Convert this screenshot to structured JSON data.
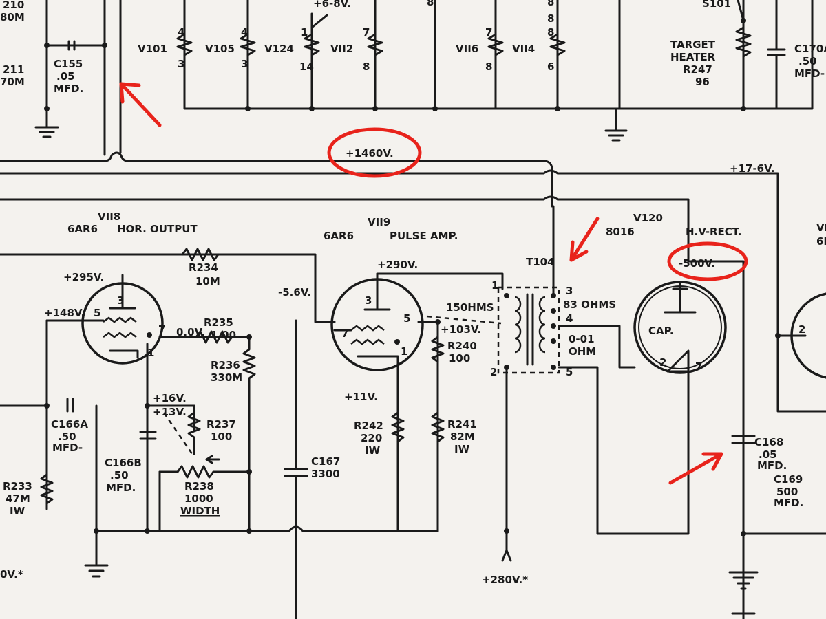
{
  "labels": {
    "r210": "210",
    "r210v": "80M",
    "r211": "211",
    "r211v": "70M",
    "c155": "C155",
    "c155v": ".05",
    "c155u": "MFD.",
    "v101": "V101",
    "v105": "V105",
    "v124": "V124",
    "v112": "VII2",
    "v116": "VII6",
    "v114": "VII4",
    "p3a": "3",
    "p4a": "4",
    "p3b": "3",
    "p4b": "4",
    "p3c": "3",
    "p1": "1",
    "p14": "14",
    "p7a": "7",
    "p8a": "8",
    "p7b": "7",
    "p8b": "8",
    "p8c": "8",
    "p6": "6",
    "p8d": "8",
    "p8e": "8",
    "p8f": "8",
    "v124top": "+6-8V.",
    "target1": "TARGET",
    "target2": "HEATER",
    "r247": "R247",
    "r247v": "96",
    "s101": "S101",
    "c170": "C170A",
    "c170v": ".50",
    "c170u": "MFD-",
    "hv1460": "+1460V.",
    "v176": "+17-6V.",
    "v118": "VII8",
    "v118t": "6AR6",
    "v118f": "HOR. OUTPUT",
    "v119": "VII9",
    "v119t": "6AR6",
    "v119f": "PULSE AMP.",
    "v120": "V120",
    "v120t": "8016",
    "v120f": "H.V-RECT.",
    "vr": "VI",
    "vr2": "6I",
    "r234": "R234",
    "r234v": "10M",
    "v295": "+295V.",
    "v148": "+148V.",
    "v0": "0.0V.",
    "r235": "R235",
    "r235v": "1.00",
    "r236": "R236",
    "r236v": "330M",
    "v16": "+16V.",
    "v13": "+13V.",
    "r237": "R237",
    "r237v": "100",
    "r238": "R238",
    "r238v": "1000",
    "width": "WIDTH",
    "c166a": "C166A",
    "c166av": ".50",
    "c166au": "MFD-",
    "c166b": "C166B",
    "c166bv": ".50",
    "c166bu": "MFD.",
    "r233": "R233",
    "r233v": "47M",
    "r233w": "IW",
    "vneg": "-5.6V.",
    "v290": "+290V.",
    "v103": "+103V.",
    "v11": "+11V.",
    "r240": "R240",
    "r240v": "100",
    "r242": "R242",
    "r242v": "220",
    "r242w": "IW",
    "r241": "R241",
    "r241v": "82M",
    "r241w": "IW",
    "c167": "C167",
    "c167v": "3300",
    "t104": "T104",
    "ohm150": "150HMS",
    "ohm83": "83 OHMS",
    "ohm001": "0-01",
    "ohm": "OHM",
    "neg500": "-500V.",
    "cap": "CAP.",
    "c168": "C168",
    "c168v": ".05",
    "c168u": "MFD.",
    "c169": "C169",
    "c169v": "500",
    "c169u": "MFD.",
    "v280": "+280V.*",
    "vbl": "0V.*",
    "t1": "1",
    "t2": "2",
    "t3": "3",
    "t4": "4",
    "t5": "5",
    "a3": "3",
    "a5": "5",
    "a7": "7",
    "a1": "1",
    "b3": "3",
    "b5": "5",
    "b7": "7",
    "b1": "1",
    "c2": "2",
    "c7": "7",
    "d2": "2"
  }
}
